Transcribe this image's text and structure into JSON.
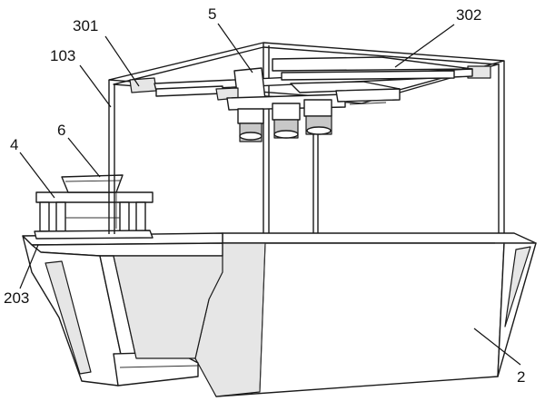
{
  "figure": {
    "labels": {
      "l5": "5",
      "l302": "302",
      "l301": "301",
      "l103": "103",
      "l6": "6",
      "l4": "4",
      "l203": "203",
      "l2": "2"
    }
  }
}
